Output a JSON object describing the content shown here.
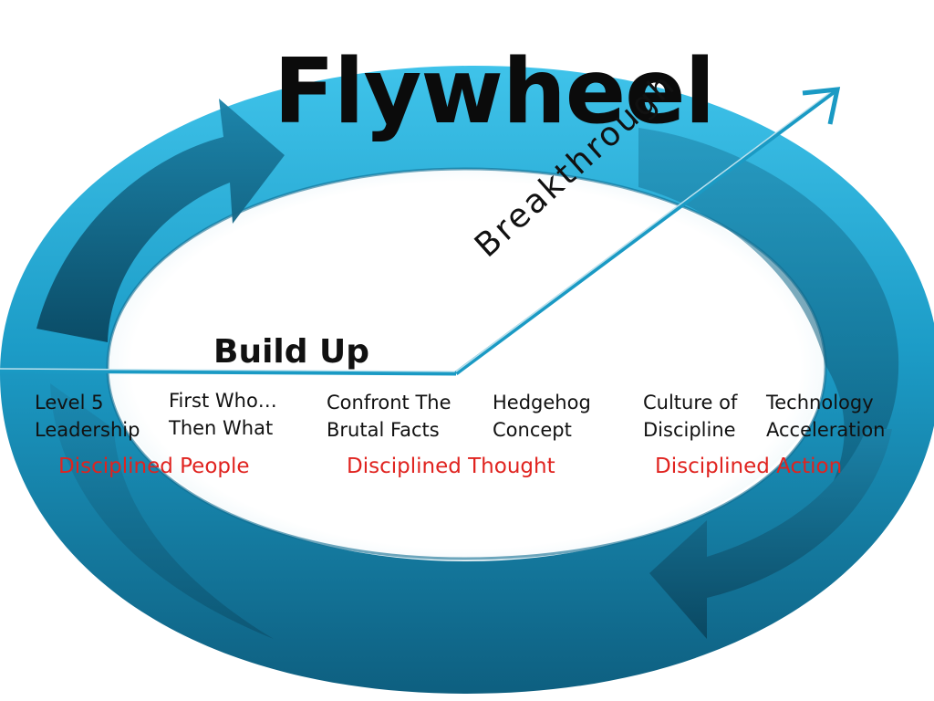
{
  "title": "Flywheel",
  "build_up_label": "Build Up",
  "breakthrough_label": "Breakthrough",
  "stages": [
    {
      "line1": "Level 5",
      "line2": "Leadership"
    },
    {
      "line1": "First Who…",
      "line2": "Then What"
    },
    {
      "line1": "Confront The",
      "line2": "Brutal Facts"
    },
    {
      "line1": "Hedgehog",
      "line2": "Concept"
    },
    {
      "line1": "Culture of",
      "line2": "Discipline"
    },
    {
      "line1": "Technology",
      "line2": "Acceleration"
    }
  ],
  "groups": [
    {
      "label": "Disciplined People"
    },
    {
      "label": "Disciplined Thought"
    },
    {
      "label": "Disciplined Action"
    }
  ],
  "colors": {
    "ring_light": "#3fc0e6",
    "ring_mid": "#1a9ac4",
    "ring_dark": "#0b4f6b",
    "accent_red": "#e0231f"
  }
}
